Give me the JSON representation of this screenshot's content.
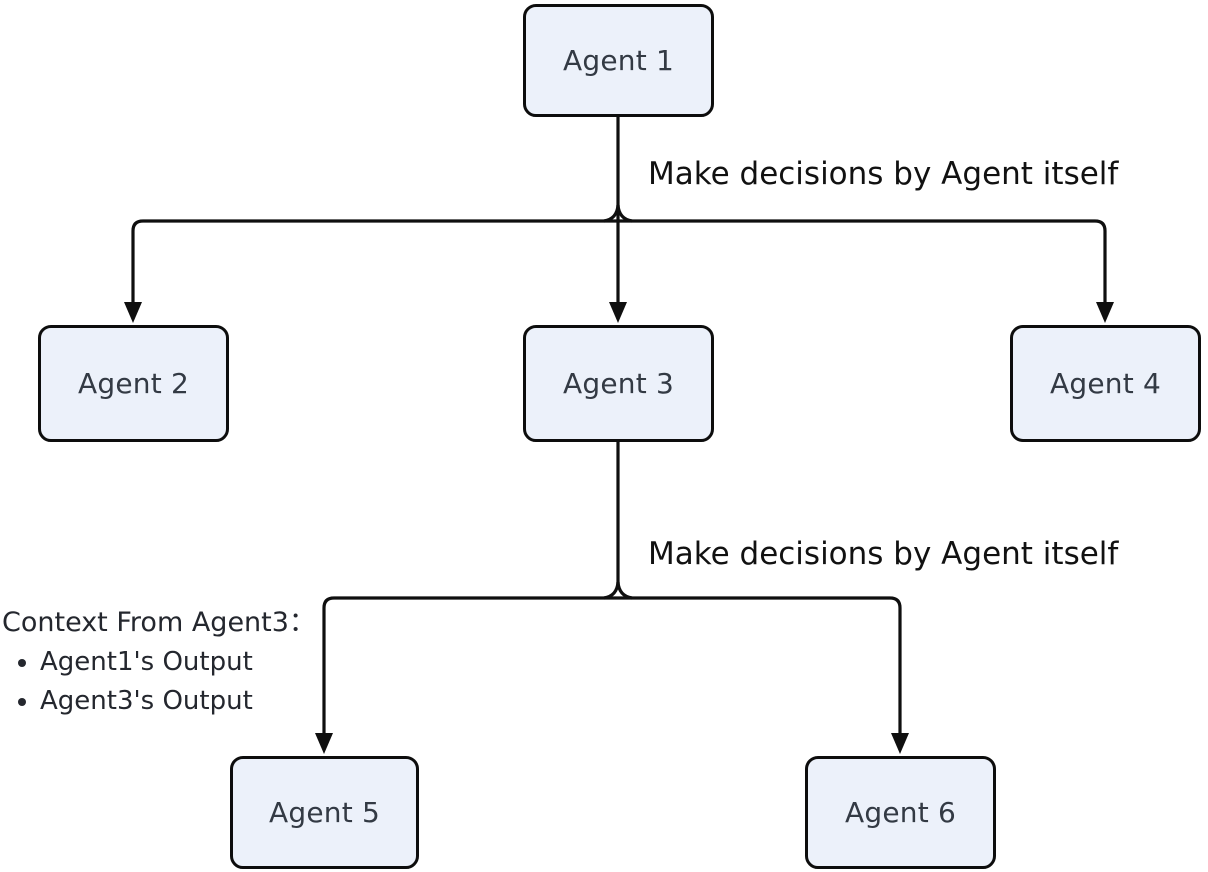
{
  "diagram": {
    "nodes": [
      {
        "id": "agent1",
        "label": "Agent 1"
      },
      {
        "id": "agent2",
        "label": "Agent 2"
      },
      {
        "id": "agent3",
        "label": "Agent 3"
      },
      {
        "id": "agent4",
        "label": "Agent 4"
      },
      {
        "id": "agent5",
        "label": "Agent 5"
      },
      {
        "id": "agent6",
        "label": "Agent 6"
      }
    ],
    "edge_labels": [
      {
        "text": "Make decisions by Agent itself"
      },
      {
        "text": "Make decisions by Agent itself"
      }
    ],
    "note": {
      "title": "Context From Agent3：",
      "items": [
        "Agent1's Output",
        "Agent3's Output"
      ]
    },
    "colors": {
      "node_fill": "#ECF1FA",
      "node_border": "#0d0d0d",
      "node_text": "#333a44",
      "line": "#0f0f0f",
      "label_text": "#111111",
      "background": "#ffffff"
    }
  }
}
